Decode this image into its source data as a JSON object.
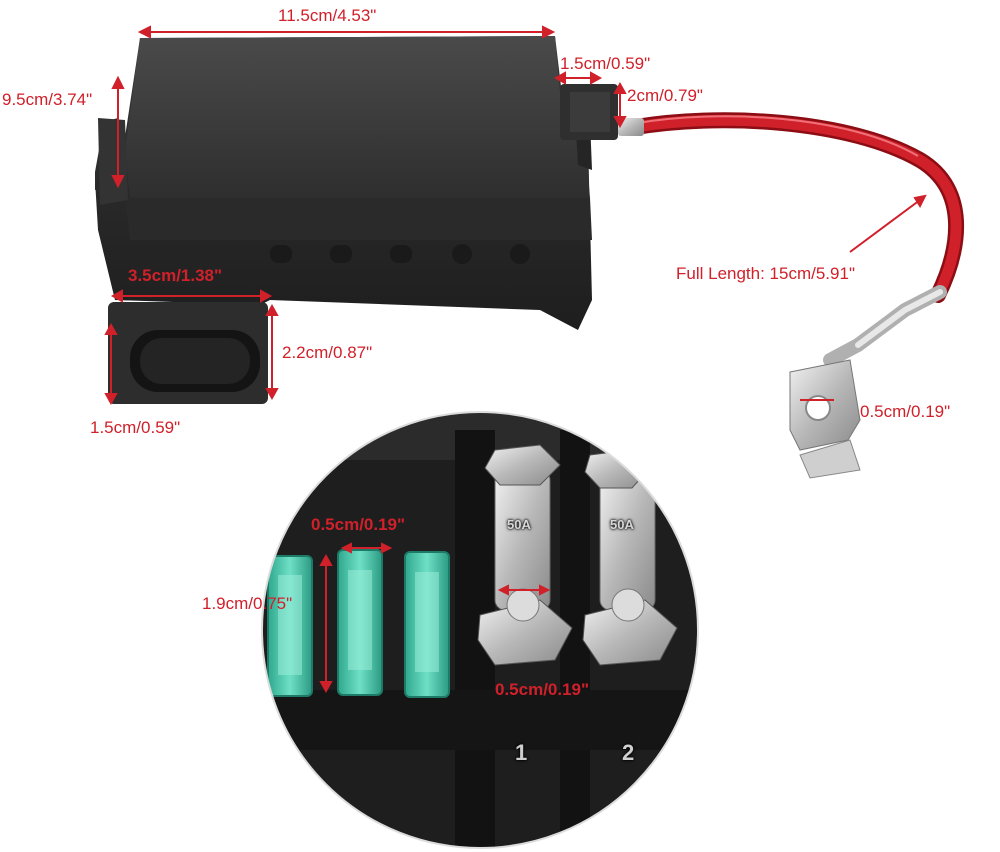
{
  "colors": {
    "accent_red": "#d0202a",
    "housing": "#3a3a3a",
    "cable": "#c8141e",
    "fuse": "#3fc2a4"
  },
  "labels": {
    "top_width": "11.5cm/4.53\"",
    "height": "9.5cm/3.74\"",
    "right_depth": "1.5cm/0.59\"",
    "connector_out": "2cm/0.79\"",
    "full_length": "Full Length: 15cm/5.91\"",
    "plug_width": "3.5cm/1.38\"",
    "plug_height": "2.2cm/0.87\"",
    "plug_depth": "1.5cm/0.59\"",
    "ring_hole": "0.5cm/0.19\"",
    "fuse_width": "0.5cm/0.19\"",
    "fuse_height": "1.9cm/0.75\"",
    "terminal_width": "0.5cm/0.19\""
  },
  "detail": {
    "fuse_rating_1": "50A",
    "fuse_rating_2": "50A",
    "slot_1": "1",
    "slot_2": "2"
  }
}
